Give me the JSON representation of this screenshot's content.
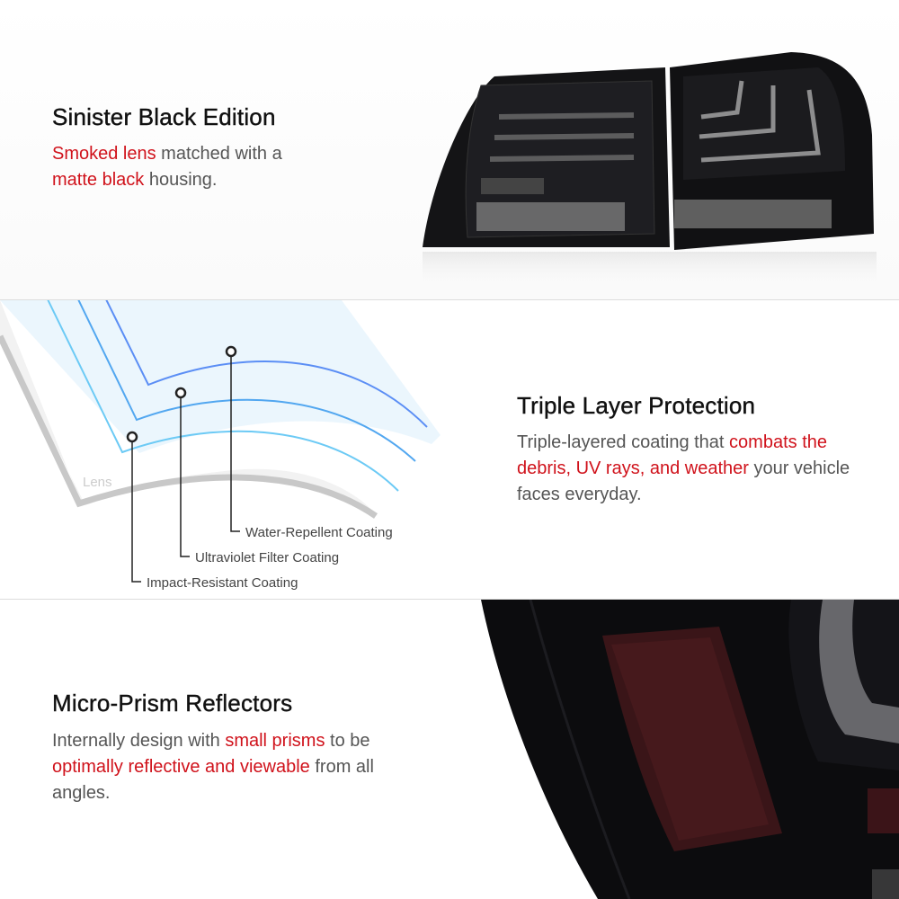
{
  "colors": {
    "accent": "#d0121b",
    "text": "#555555",
    "heading": "#111111"
  },
  "sections": [
    {
      "title": "Sinister Black Edition",
      "body": [
        {
          "t": "Smoked lens",
          "red": true
        },
        {
          "t": " matched with a ",
          "red": false
        },
        {
          "t": "matte black",
          "red": true
        },
        {
          "t": " housing.",
          "red": false
        }
      ]
    },
    {
      "title": "Triple Layer Protection",
      "body": [
        {
          "t": "Triple-layered coating that ",
          "red": false
        },
        {
          "t": "combats the debris, UV rays, and weather",
          "red": true
        },
        {
          "t": " your vehicle faces everyday.",
          "red": false
        }
      ],
      "diagram": {
        "lens_label": "Lens",
        "layers": [
          "Water-Repellent Coating",
          "Ultraviolet Filter Coating",
          "Impact-Resistant Coating"
        ]
      }
    },
    {
      "title": "Micro-Prism Reflectors",
      "body": [
        {
          "t": "Internally design with ",
          "red": false
        },
        {
          "t": "small prisms",
          "red": true
        },
        {
          "t": " to be ",
          "red": false
        },
        {
          "t": "optimally reflective and viewable",
          "red": true
        },
        {
          "t": " from all angles.",
          "red": false
        }
      ]
    }
  ]
}
